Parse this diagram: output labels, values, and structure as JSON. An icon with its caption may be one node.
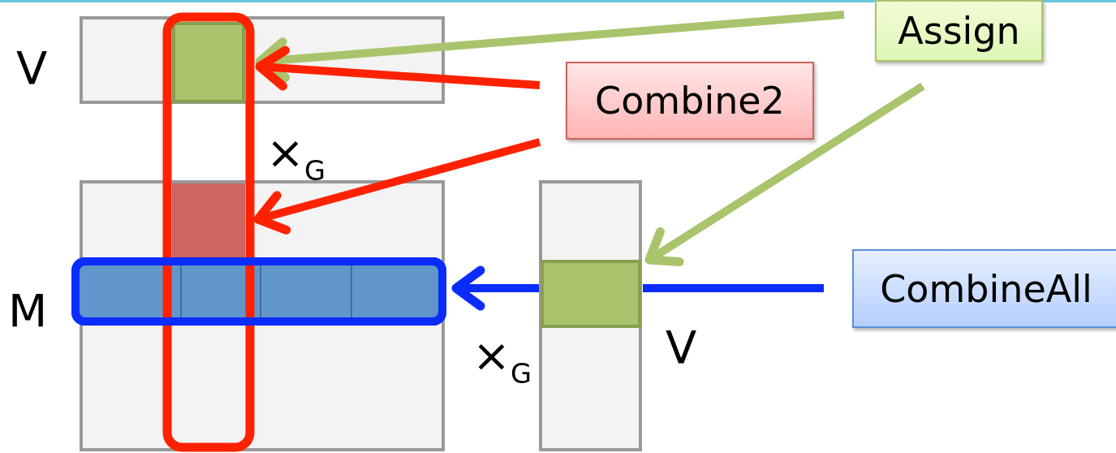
{
  "diagram": {
    "nodes": [
      {
        "text": [
          "Assign"
        ]
      },
      {
        "text": [
          "Combine2"
        ]
      },
      {
        "text": [
          "CombineAll"
        ]
      },
      {
        "text": [],
        "shape": "box"
      },
      {
        "text": [],
        "shape": "box"
      },
      {
        "text": [],
        "shape": "box"
      },
      {
        "text": [],
        "shape": "box"
      }
    ],
    "edges": [
      {
        "from": 0,
        "to": 3,
        "arrow": "to",
        "color": "#a9c46c"
      },
      {
        "from": 0,
        "to": 6,
        "arrow": "to",
        "color": "#a9c46c"
      },
      {
        "from": 1,
        "to": 3,
        "arrow": "to",
        "color": "#ff2200"
      },
      {
        "from": 1,
        "to": 4,
        "arrow": "to",
        "color": "#ff2200"
      },
      {
        "from": 2,
        "to": 6,
        "arrow": "none",
        "color": "#0a2cff"
      },
      {
        "from": 6,
        "to": 5,
        "arrow": "to",
        "color": "#0a2cff"
      }
    ],
    "labels": [
      "V",
      "×$_{G}$",
      "M",
      "V",
      "×$_{G}$"
    ]
  }
}
